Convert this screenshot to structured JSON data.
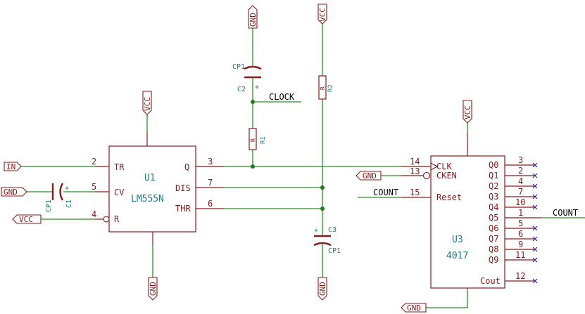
{
  "power": {
    "vcc": "VCC",
    "gnd": "GND"
  },
  "ports": {
    "in": "IN"
  },
  "nets": {
    "clock": "CLOCK",
    "count": "COUNT"
  },
  "u1": {
    "ref": "U1",
    "value": "LM555N",
    "pins": {
      "tr": {
        "name": "TR",
        "num": "2"
      },
      "cv": {
        "name": "CV",
        "num": "5"
      },
      "r": {
        "name": "R",
        "num": "4"
      },
      "q": {
        "name": "Q",
        "num": "3"
      },
      "dis": {
        "name": "DIS",
        "num": "7"
      },
      "thr": {
        "name": "THR",
        "num": "6"
      }
    }
  },
  "u3": {
    "ref": "U3",
    "value": "4017",
    "pins": {
      "clk": {
        "name": "CLK",
        "num": "14"
      },
      "cken": {
        "name": "CKEN",
        "num": "13"
      },
      "reset": {
        "name": "Reset",
        "num": "15"
      },
      "q0": {
        "name": "Q0",
        "num": "3"
      },
      "q1": {
        "name": "Q1",
        "num": "2"
      },
      "q2": {
        "name": "Q2",
        "num": "4"
      },
      "q3": {
        "name": "Q3",
        "num": "7"
      },
      "q4": {
        "name": "Q4",
        "num": "10"
      },
      "q5": {
        "name": "Q5",
        "num": "1"
      },
      "q6": {
        "name": "Q6",
        "num": "5"
      },
      "q7": {
        "name": "Q7",
        "num": "6"
      },
      "q8": {
        "name": "Q8",
        "num": "9"
      },
      "q9": {
        "name": "Q9",
        "num": "11"
      },
      "cout": {
        "name": "Cout",
        "num": "12"
      }
    }
  },
  "c1": {
    "ref": "C1",
    "value": "CP1",
    "plus": "+"
  },
  "c2": {
    "ref": "C2",
    "value": "CP1",
    "plus": "+"
  },
  "c3": {
    "ref": "C3",
    "value": "CP1",
    "plus": "+"
  },
  "r1": {
    "ref": "R1",
    "value": "R"
  },
  "r2": {
    "ref": "R2",
    "value": "R"
  }
}
